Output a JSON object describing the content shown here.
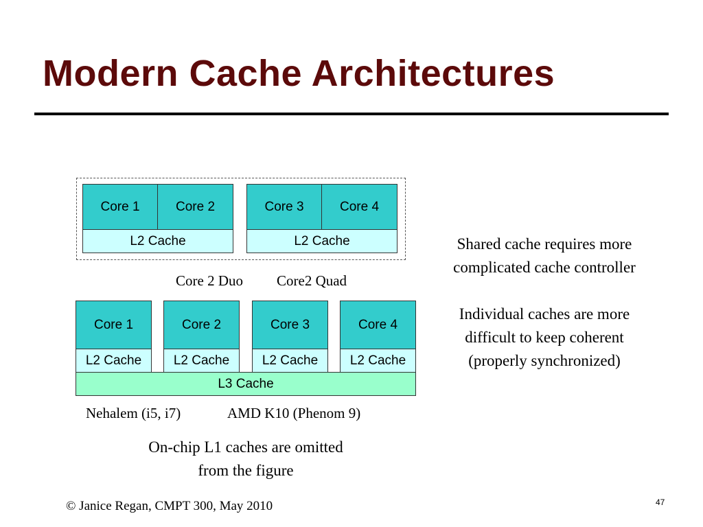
{
  "slide": {
    "title": "Modern Cache Architectures",
    "footer": "© Janice Regan, CMPT 300, May 2010",
    "page_number": "47"
  },
  "diagram_top": {
    "blocks": {
      "core1": "Core 1",
      "core2": "Core 2",
      "core3": "Core 3",
      "core4": "Core 4",
      "l2_left": "L2 Cache",
      "l2_right": "L2 Cache"
    },
    "labels": {
      "left": "Core 2 Duo",
      "right": "Core2 Quad"
    }
  },
  "diagram_bottom": {
    "blocks": {
      "core1": "Core 1",
      "core2": "Core 2",
      "core3": "Core 3",
      "core4": "Core 4",
      "l2_1": "L2 Cache",
      "l2_2": "L2 Cache",
      "l2_3": "L2 Cache",
      "l2_4": "L2 Cache",
      "l3": "L3 Cache"
    },
    "labels": {
      "left": "Nehalem (i5, i7)",
      "right": "AMD K10 (Phenom 9)"
    }
  },
  "notes": {
    "omitted_line1": "On-chip L1 caches are omitted",
    "omitted_line2": "from the figure",
    "shared_line1": "Shared cache requires more",
    "shared_line2": "complicated cache controller",
    "individual_line1": "Individual caches are more",
    "individual_line2": "difficult to keep coherent",
    "individual_line3": "(properly synchronized)"
  },
  "colors": {
    "title": "#5c0a0a",
    "core_fill": "#33cccc",
    "l2_fill": "#ccffff",
    "l3_fill": "#99ffcc"
  }
}
